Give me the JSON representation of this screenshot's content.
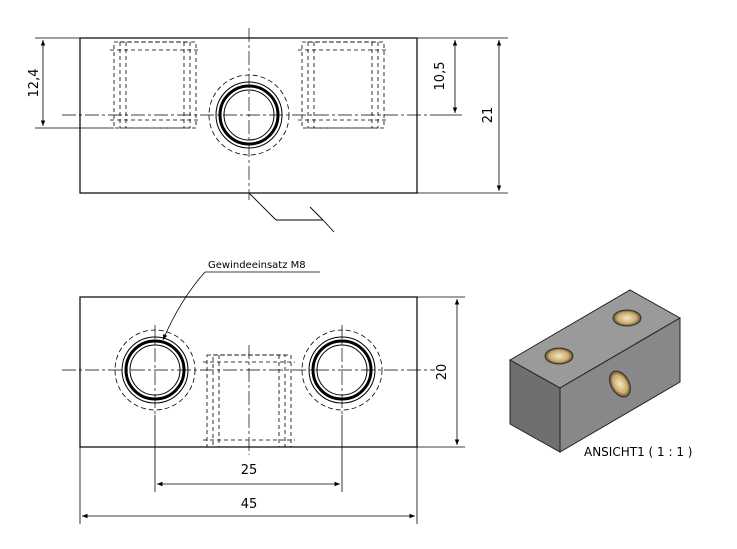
{
  "drawing": {
    "top_view": {
      "dim_height_left": "12,4",
      "dim_height_right_inner": "10,5",
      "dim_height_right_outer": "21"
    },
    "front_view": {
      "thread_note": "Gewindeeinsatz M8",
      "dim_hole_spacing": "25",
      "dim_total_width": "45",
      "dim_height": "20"
    },
    "iso_view": {
      "label": "ANSICHT1 ( 1 : 1 )"
    }
  }
}
